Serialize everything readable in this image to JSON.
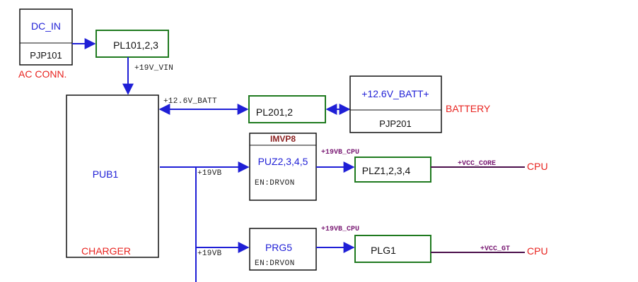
{
  "blocks": {
    "dc_in": {
      "label": "DC_IN",
      "sub": "PJP101",
      "note": "AC CONN."
    },
    "pl101": {
      "label": "PL101,2,3"
    },
    "pub1": {
      "label": "PUB1",
      "note": "CHARGER"
    },
    "pl201": {
      "label": "PL201,2"
    },
    "batt": {
      "label": "+12.6V_BATT+",
      "sub": "PJP201",
      "note": "BATTERY"
    },
    "puz": {
      "header": "IMVP8",
      "label": "PUZ2,3,4,5",
      "en": "EN:DRVON"
    },
    "plz": {
      "label": "PLZ1,2,3,4"
    },
    "prg5": {
      "label": "PRG5",
      "en": "EN:DRVON"
    },
    "plg1": {
      "label": "PLG1"
    }
  },
  "nets": {
    "vin": "+19V_VIN",
    "batt": "+12.6V_BATT",
    "vb_1": "+19VB",
    "vb_2": "+19VB",
    "vb_cpu_1": "+19VB_CPU",
    "vb_cpu_2": "+19VB_CPU",
    "vcc_core": "+VCC_CORE",
    "vcc_gt": "+VCC_GT"
  },
  "outputs": {
    "cpu_1": "CPU",
    "cpu_2": "CPU"
  },
  "colors": {
    "wire": "#1f1fd6",
    "label_blue": "#1f1fd6",
    "label_red": "#e8231f",
    "box_green": "#1f7a1f",
    "net_purple": "#7a1b74",
    "header_red": "#8a1f1f"
  }
}
